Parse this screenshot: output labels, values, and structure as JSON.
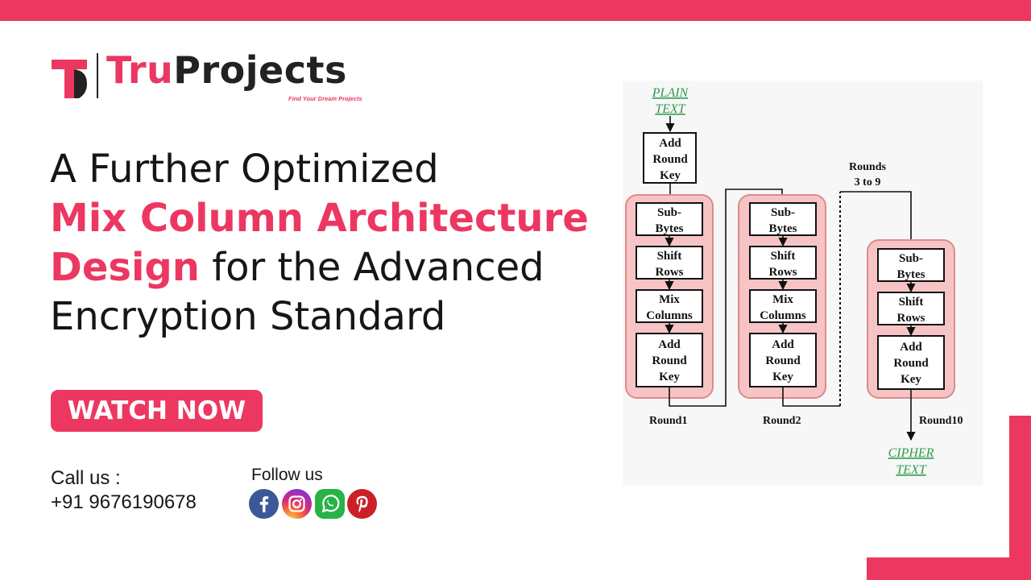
{
  "brand": {
    "name_part1": "Tru",
    "name_part2": "Projects",
    "tagline": "Find Your Dream Projects",
    "colors": {
      "accent": "#ec3761",
      "dark": "#161616"
    }
  },
  "headline": {
    "line1": "A Further Optimized",
    "line2": "Mix Column Architecture",
    "line3_accent": "Design",
    "line3_rest": " for the Advanced",
    "line4": "Encryption Standard"
  },
  "cta": {
    "label": "WATCH NOW"
  },
  "contact": {
    "call_label": "Call us :",
    "phone": "+91 9676190678",
    "follow_label": "Follow us"
  },
  "socials": [
    {
      "icon": "facebook-icon",
      "color": "#3b5898"
    },
    {
      "icon": "instagram-icon",
      "color": "#d62b7a"
    },
    {
      "icon": "whatsapp-icon",
      "color": "#28b346"
    },
    {
      "icon": "pinterest-icon",
      "color": "#cb2027"
    }
  ],
  "diagram": {
    "input_line1": "PLAIN",
    "input_line2": "TEXT",
    "initial_key": [
      "Add",
      "Round",
      "Key"
    ],
    "rounds_note_line1": "Rounds",
    "rounds_note_line2": "3 to 9",
    "round1": {
      "label": "Round1",
      "blocks": [
        [
          "Sub-",
          "Bytes"
        ],
        [
          "Shift",
          "Rows"
        ],
        [
          "Mix",
          "Columns"
        ],
        [
          "Add",
          "Round",
          "Key"
        ]
      ]
    },
    "round2": {
      "label": "Round2",
      "blocks": [
        [
          "Sub-",
          "Bytes"
        ],
        [
          "Shift",
          "Rows"
        ],
        [
          "Mix",
          "Columns"
        ],
        [
          "Add",
          "Round",
          "Key"
        ]
      ]
    },
    "round10": {
      "label": "Round10",
      "blocks": [
        [
          "Sub-",
          "Bytes"
        ],
        [
          "Shift",
          "Rows"
        ],
        [
          "Add",
          "Round",
          "Key"
        ]
      ]
    },
    "output_line1": "CIPHER",
    "output_line2": "TEXT",
    "colors": {
      "round_fill": "#f6c4c4",
      "round_border": "#e08a8a",
      "output_green": "#2e9b4a"
    }
  }
}
